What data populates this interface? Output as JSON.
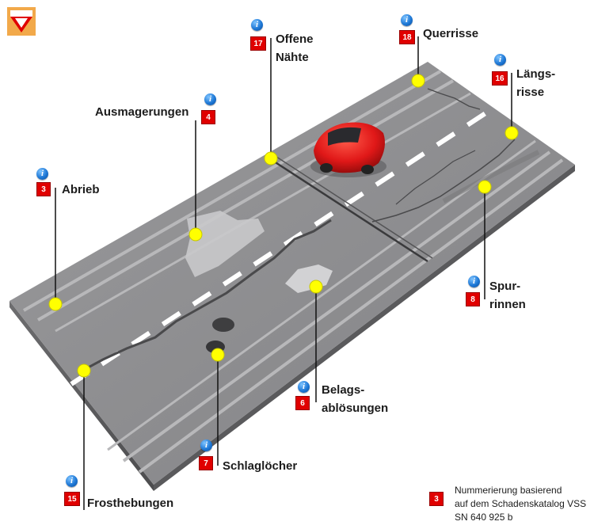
{
  "labels": {
    "abrieb": {
      "number": "3",
      "lines": [
        "Abrieb"
      ]
    },
    "ausmagerungen": {
      "number": "4",
      "lines": [
        "Ausmagerungen"
      ]
    },
    "offene_naehte": {
      "number": "17",
      "lines": [
        "Offene",
        "Nähte"
      ]
    },
    "querrisse": {
      "number": "18",
      "lines": [
        "Querrisse"
      ]
    },
    "laengsrisse": {
      "number": "16",
      "lines": [
        "Längs-",
        "risse"
      ]
    },
    "spurrinnen": {
      "number": "8",
      "lines": [
        "Spur-",
        "rinnen"
      ]
    },
    "belagsabloesungen": {
      "number": "6",
      "lines": [
        "Belags-",
        "ablösungen"
      ]
    },
    "schlagloecher": {
      "number": "7",
      "lines": [
        "Schlaglöcher"
      ]
    },
    "frosthebungen": {
      "number": "15",
      "lines": [
        "Frosthebungen"
      ]
    }
  },
  "info_icon_glyph": "i",
  "legend_note": {
    "badge": "3",
    "lines": [
      "Nummerierung basierend",
      "auf dem Schadenskatalog VSS",
      "SN 640 925 b"
    ]
  },
  "colors": {
    "road": "#8e8e90",
    "marking": "#ffffff",
    "marker_dot": "#ffff00",
    "badge": "#e00000",
    "info_icon": "#1e78d6",
    "car": "#e01818"
  },
  "icons": {
    "logo": "austria-shield-logo",
    "info": "info-icon",
    "car": "red-car-icon"
  }
}
